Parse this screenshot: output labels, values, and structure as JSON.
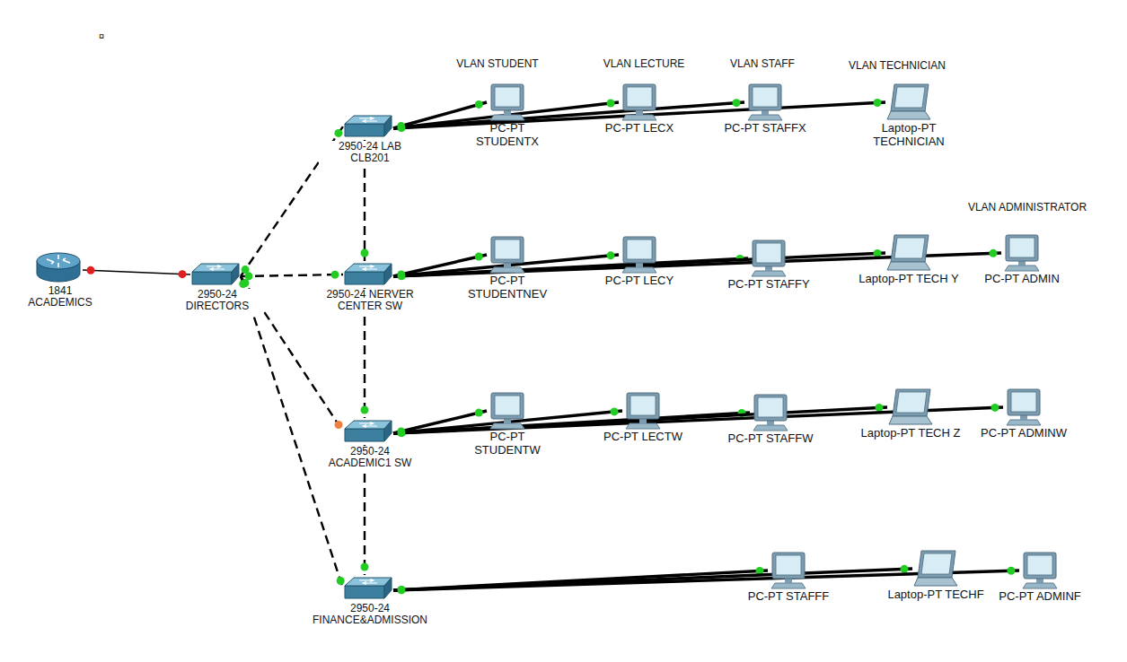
{
  "diagram": {
    "nodes": [
      {
        "text": [
          "1841 ACADEMICS"
        ]
      },
      {
        "text": [
          "2950-24 DIRECTORS"
        ]
      },
      {
        "text": [
          "2950-24 LAB CLB201"
        ]
      },
      {
        "text": [
          "2950-24 NERVER CENTER SW"
        ]
      },
      {
        "text": [
          "2950-24 ACADEMIC1 SW"
        ]
      },
      {
        "text": [
          "2950-24 FINANCE&ADMISSION"
        ]
      },
      {
        "text": [
          "VLAN STUDENT"
        ]
      },
      {
        "text": [
          "PC-PT STUDENTX"
        ],
        "in": 6
      },
      {
        "text": [
          "PC-PT STUDENTNEV"
        ],
        "in": 6
      },
      {
        "text": [
          "PC-PT STUDENTW"
        ],
        "in": 6
      },
      {
        "text": [
          "VLAN LECTURE"
        ]
      },
      {
        "text": [
          "PC-PT LECX"
        ],
        "in": 10
      },
      {
        "text": [
          "PC-PT LECY"
        ],
        "in": 10
      },
      {
        "text": [
          "PC-PT LECTW"
        ],
        "in": 10
      },
      {
        "text": [
          "VLAN STAFF"
        ]
      },
      {
        "text": [
          "PC-PT STAFFX"
        ],
        "in": 14
      },
      {
        "text": [
          "PC-PT STAFFY"
        ],
        "in": 14
      },
      {
        "text": [
          "PC-PT STAFFW"
        ],
        "in": 14
      },
      {
        "text": [
          "PC-PT STAFFF"
        ],
        "in": 14
      },
      {
        "text": [
          "VLAN TECHNICIAN"
        ]
      },
      {
        "text": [
          "Laptop-PT TECHNICIAN"
        ],
        "in": 19
      },
      {
        "text": [
          "Laptop-PT TECH Y"
        ],
        "in": 19
      },
      {
        "text": [
          "Laptop-PT TECH Z"
        ],
        "in": 19
      },
      {
        "text": [
          "Laptop-PT TECHF"
        ],
        "in": 19
      },
      {
        "text": [
          "VLAN ADMINISTRATOR"
        ]
      },
      {
        "text": [
          "PC-PT ADMIN"
        ],
        "in": 24
      },
      {
        "text": [
          "PC-PT ADMINW"
        ],
        "in": 24
      },
      {
        "text": [
          "PC-PT ADMINF"
        ],
        "in": 24
      }
    ],
    "edges": [
      {
        "from": 0,
        "to": 1,
        "arrow": "none"
      },
      {
        "from": 1,
        "to": 2,
        "arrow": "none"
      },
      {
        "from": 1,
        "to": 3,
        "arrow": "none"
      },
      {
        "from": 1,
        "to": 4,
        "arrow": "none"
      },
      {
        "from": 1,
        "to": 5,
        "arrow": "none"
      },
      {
        "from": 2,
        "to": 3,
        "arrow": "none"
      },
      {
        "from": 3,
        "to": 4,
        "arrow": "none"
      },
      {
        "from": 4,
        "to": 5,
        "arrow": "none"
      },
      {
        "from": 2,
        "to": 7,
        "arrow": "none"
      },
      {
        "from": 2,
        "to": 11,
        "arrow": "none"
      },
      {
        "from": 2,
        "to": 15,
        "arrow": "none"
      },
      {
        "from": 2,
        "to": 20,
        "arrow": "none"
      },
      {
        "from": 3,
        "to": 8,
        "arrow": "none"
      },
      {
        "from": 3,
        "to": 12,
        "arrow": "none"
      },
      {
        "from": 3,
        "to": 16,
        "arrow": "none"
      },
      {
        "from": 3,
        "to": 21,
        "arrow": "none"
      },
      {
        "from": 3,
        "to": 25,
        "arrow": "none"
      },
      {
        "from": 4,
        "to": 9,
        "arrow": "none"
      },
      {
        "from": 4,
        "to": 13,
        "arrow": "none"
      },
      {
        "from": 4,
        "to": 17,
        "arrow": "none"
      },
      {
        "from": 4,
        "to": 22,
        "arrow": "none"
      },
      {
        "from": 4,
        "to": 26,
        "arrow": "none"
      },
      {
        "from": 5,
        "to": 18,
        "arrow": "none"
      },
      {
        "from": 5,
        "to": 23,
        "arrow": "none"
      },
      {
        "from": 5,
        "to": 27,
        "arrow": "none"
      }
    ],
    "labels": [
      "¤"
    ]
  }
}
